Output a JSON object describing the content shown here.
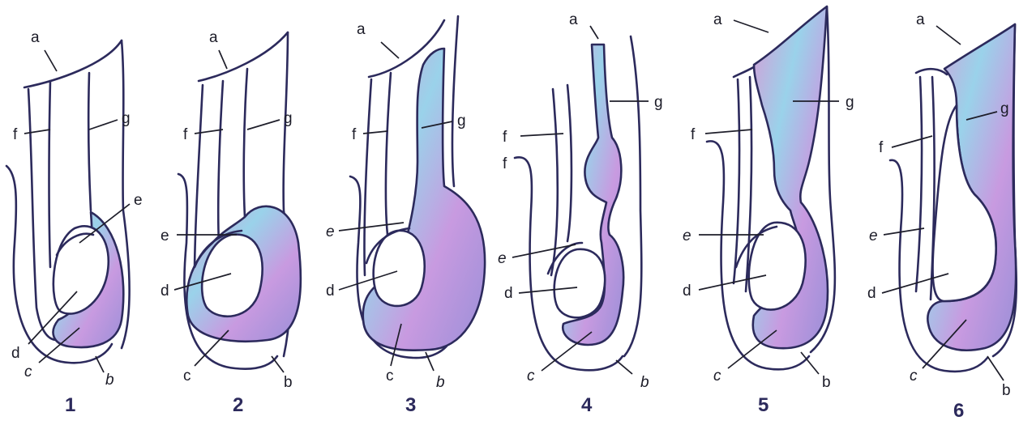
{
  "diagram": {
    "panels": [
      {
        "number": "1",
        "labels": {
          "a": "a",
          "b": "b",
          "c": "c",
          "d": "d",
          "e": "e",
          "f": "f",
          "g": "g"
        }
      },
      {
        "number": "2",
        "labels": {
          "a": "a",
          "b": "b",
          "c": "c",
          "d": "d",
          "e": "e",
          "f": "f",
          "g": "g"
        }
      },
      {
        "number": "3",
        "labels": {
          "a": "a",
          "b": "b",
          "c": "c",
          "d": "d",
          "e": "e",
          "f": "f",
          "g": "g"
        }
      },
      {
        "number": "4",
        "labels": {
          "a": "a",
          "b": "b",
          "c": "c",
          "d": "d",
          "e": "e",
          "f": "f",
          "f2": "f",
          "g": "g"
        }
      },
      {
        "number": "5",
        "labels": {
          "a": "a",
          "b": "b",
          "c": "c",
          "d": "d",
          "e": "e",
          "f": "f",
          "g": "g"
        }
      },
      {
        "number": "6",
        "labels": {
          "a": "a",
          "b": "b",
          "c": "c",
          "d": "d",
          "e": "e",
          "f": "f",
          "g": "g"
        }
      }
    ],
    "colors": {
      "outline": "#2c2a5c",
      "fluid_pink": "#d99ad6",
      "fluid_blue": "#9ad2ea",
      "fluid_violet": "#9a8fd8",
      "background": "#ffffff"
    }
  }
}
